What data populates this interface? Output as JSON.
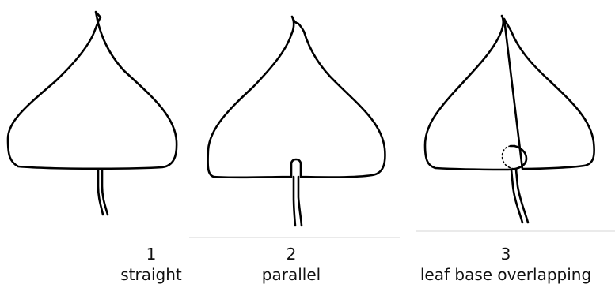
{
  "panels": [
    {
      "number": "1",
      "caption": "straight"
    },
    {
      "number": "2",
      "caption": "parallel"
    },
    {
      "number": "3",
      "caption": "leaf base overlapping"
    }
  ],
  "colors": {
    "line": "#000000",
    "divider": "#d6d6d6",
    "text": "#111111"
  }
}
